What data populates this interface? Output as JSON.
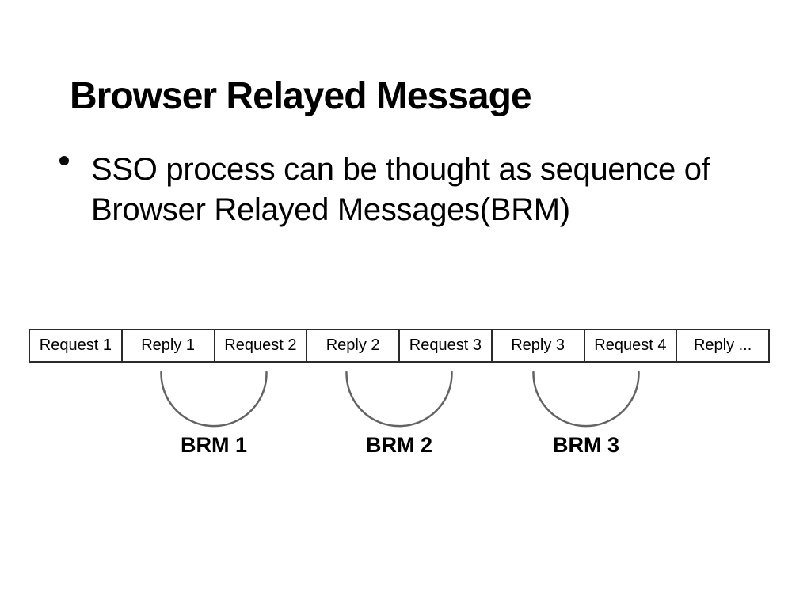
{
  "title": "Browser Relayed Message",
  "bullet": {
    "lines": [
      "SSO process can be thought as sequence of",
      "Browser Relayed Messages(BRM)"
    ]
  },
  "sequence_table": {
    "cells": [
      "Request 1",
      "Reply 1",
      "Request 2",
      "Reply 2",
      "Request 3",
      "Reply 3",
      "Request 4",
      "Reply ..."
    ]
  },
  "brm_groups": [
    {
      "label": "BRM 1",
      "connects": [
        "Reply 1",
        "Request 2"
      ]
    },
    {
      "label": "BRM 2",
      "connects": [
        "Reply 2",
        "Request 3"
      ]
    },
    {
      "label": "BRM 3",
      "connects": [
        "Reply 3",
        "Request 4"
      ]
    }
  ],
  "colors": {
    "background": "#ffffff",
    "text": "#000000",
    "table_border": "#2b2b2b",
    "arc_stroke": "#636363"
  }
}
